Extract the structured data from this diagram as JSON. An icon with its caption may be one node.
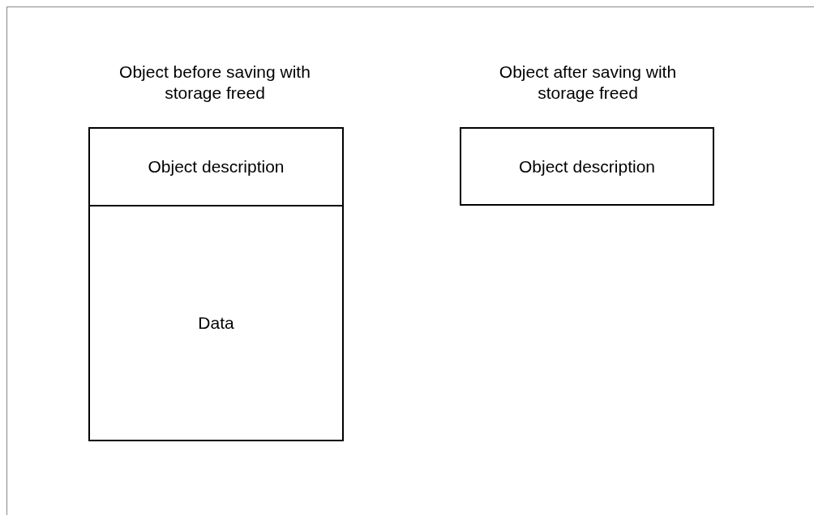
{
  "diagram": {
    "nodes": [
      {
        "text": [
          "Object description"
        ]
      },
      {
        "text": [
          "Data"
        ]
      },
      {
        "text": [
          "Object description"
        ]
      }
    ],
    "labels": [
      "Object before saving with storage freed",
      "Object after saving with storage freed"
    ]
  }
}
